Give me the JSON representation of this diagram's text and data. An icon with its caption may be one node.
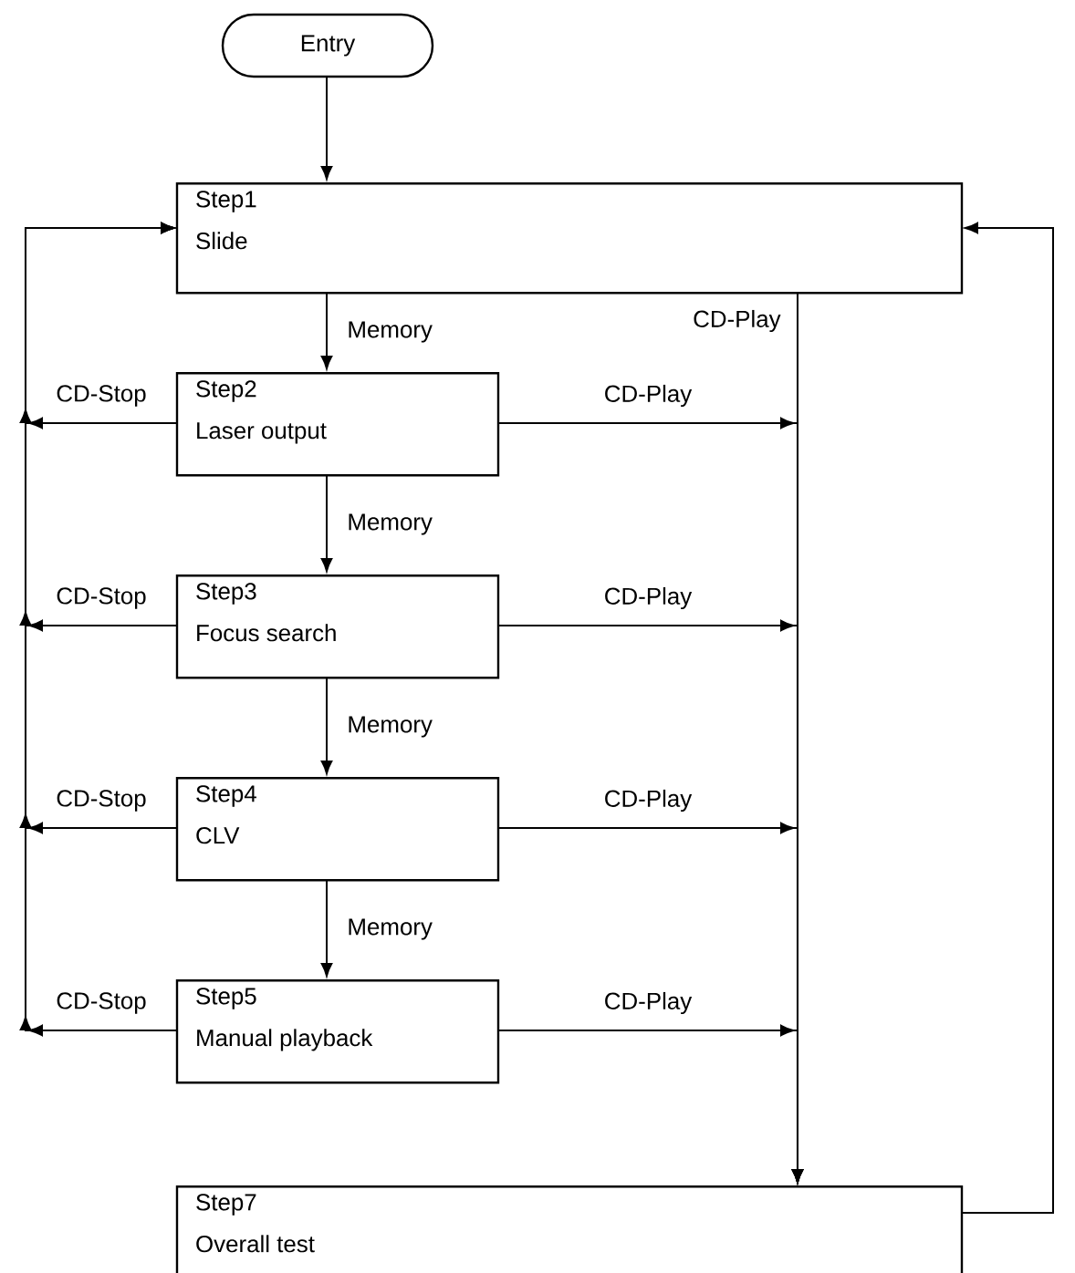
{
  "diagram": {
    "nodes": [
      {
        "text": [
          "Entry"
        ]
      },
      {
        "text": [
          "Step1",
          "Slide"
        ]
      },
      {
        "text": [
          "Step2",
          "Laser output"
        ]
      },
      {
        "text": [
          "Step3",
          "Focus search"
        ]
      },
      {
        "text": [
          "Step4",
          "CLV"
        ]
      },
      {
        "text": [
          "Step5",
          "Manual playback"
        ]
      },
      {
        "text": [
          "Step7",
          "Overall test"
        ]
      }
    ],
    "edges": [
      {
        "from": 0,
        "to": 1,
        "arrow": "to"
      },
      {
        "from": 1,
        "to": 2,
        "arrow": "to",
        "label": "Memory"
      },
      {
        "from": 2,
        "to": 3,
        "arrow": "to",
        "label": "Memory"
      },
      {
        "from": 3,
        "to": 4,
        "arrow": "to",
        "label": "Memory"
      },
      {
        "from": 4,
        "to": 5,
        "arrow": "to",
        "label": "Memory"
      },
      {
        "from": 1,
        "to": 6,
        "arrow": "to",
        "label": "CD-Play"
      },
      {
        "from": 2,
        "to": 6,
        "arrow": "to",
        "label": "CD-Play"
      },
      {
        "from": 2,
        "to": 1,
        "arrow": "to",
        "label": "CD-Stop"
      },
      {
        "from": 3,
        "to": 6,
        "arrow": "to",
        "label": "CD-Play"
      },
      {
        "from": 3,
        "to": 1,
        "arrow": "to",
        "label": "CD-Stop"
      },
      {
        "from": 4,
        "to": 6,
        "arrow": "to",
        "label": "CD-Play"
      },
      {
        "from": 4,
        "to": 1,
        "arrow": "to",
        "label": "CD-Stop"
      },
      {
        "from": 5,
        "to": 6,
        "arrow": "to",
        "label": "CD-Play"
      },
      {
        "from": 5,
        "to": 1,
        "arrow": "to",
        "label": "CD-Stop"
      },
      {
        "from": 6,
        "to": 1,
        "arrow": "to"
      }
    ]
  }
}
